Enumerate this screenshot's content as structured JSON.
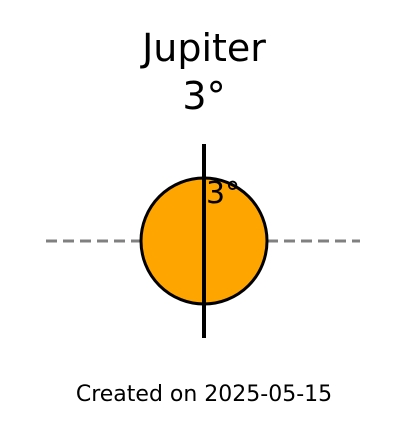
{
  "planet": {
    "name": "Jupiter",
    "tilt_label": "3°",
    "axis_label": "3°",
    "tilt_degrees": 3
  },
  "caption": {
    "text": "Created on 2025-05-15"
  },
  "colors": {
    "planet_fill": "#FFA500",
    "planet_outline": "#000000",
    "axis": "#000000",
    "equator_line": "#808080",
    "background": "#FFFFFF"
  }
}
